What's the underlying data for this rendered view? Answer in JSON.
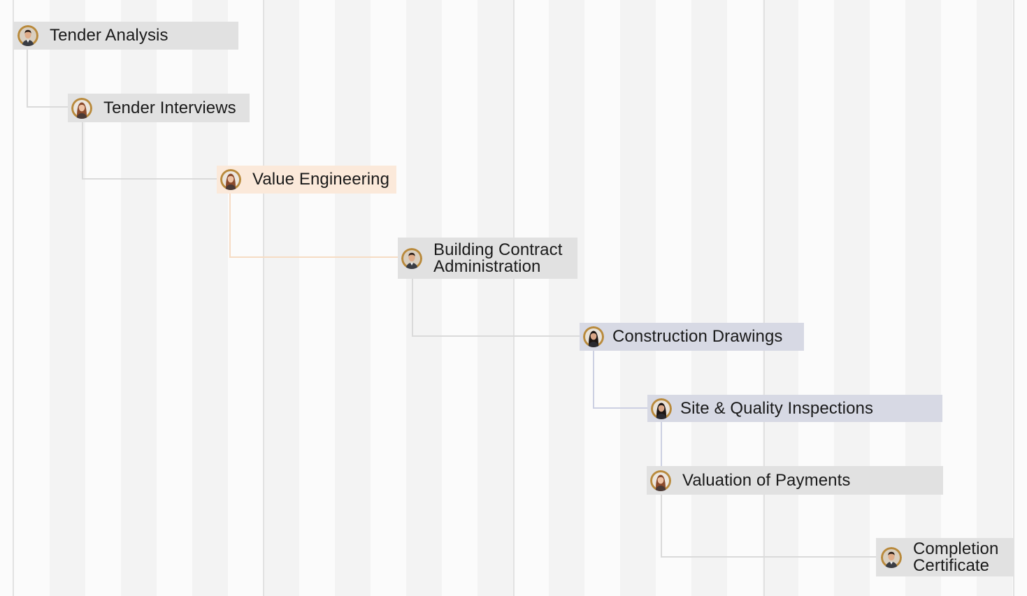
{
  "colors": {
    "background": "#fbfbfb",
    "stripe": "#f3f3f3",
    "divider": "#e2e2e2",
    "task_gray": "#e1e1e1",
    "task_highlight": "#fbe9da",
    "task_blue": "#d7d9e4",
    "link_gray": "#dadada",
    "link_orange": "#f6dcc4",
    "link_blue": "#ccd0e2"
  },
  "tasks": [
    {
      "label": "Tender Analysis",
      "avatar": "man-avatar-icon"
    },
    {
      "label": "Tender Interviews",
      "avatar": "woman-red-hair-avatar-icon"
    },
    {
      "label": "Value Engineering",
      "avatar": "woman-red-hair-avatar-icon"
    },
    {
      "label_line1": "Building Contract",
      "label_line2": "Administration",
      "avatar": "man-avatar-icon"
    },
    {
      "label": "Construction Drawings",
      "avatar": "woman-dark-hair-avatar-icon"
    },
    {
      "label": "Site & Quality Inspections",
      "avatar": "woman-dark-hair-avatar-icon"
    },
    {
      "label": "Valuation of Payments",
      "avatar": "woman-red-hair-avatar-icon"
    },
    {
      "label_line1": "Completion",
      "label_line2": "Certificate",
      "avatar": "man-avatar-icon"
    }
  ]
}
